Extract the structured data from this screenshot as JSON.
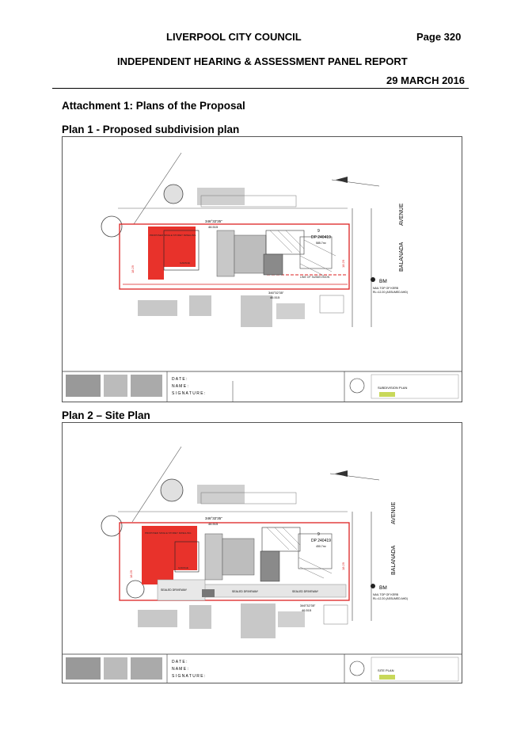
{
  "header": {
    "council": "LIVERPOOL CITY COUNCIL",
    "page": "Page 320",
    "report": "INDEPENDENT HEARING & ASSESSMENT PANEL REPORT",
    "date": "29 MARCH 2016"
  },
  "attachment_title": "Attachment 1: Plans of the Proposal",
  "plan1": {
    "title": "Plan 1 - Proposed subdivision plan",
    "labels": {
      "street_avenue": "AVENUE",
      "street_name": "BALANADA",
      "bm": "BM",
      "bm_note1": "NAIL TOP OF KERB",
      "bm_note2": "RL=12.20 (ASSUMED AHD)",
      "dp": "DP 240419",
      "lot_no": "9",
      "bearing_top": "346°32'35\"",
      "dist_top": "46.515",
      "bearing_bot": "346°32'35\"",
      "dist_bot": "46.515",
      "proposed": "PROPOSED SINGLE STOREY DWELLING",
      "garage": "GARAGE",
      "line_sub": "LINE OF SUBDIVISION",
      "dim_left": "18.29",
      "dim_right": "18.29",
      "area": "585.7m²",
      "date_lbl": "D A T E :",
      "name_lbl": "N A M E :",
      "sig_lbl": "S I G N A T U R E :",
      "sheet_title": "SUBDIVISION PLAN"
    }
  },
  "plan2": {
    "title": "Plan 2 – Site Plan",
    "labels": {
      "street_avenue": "AVENUE",
      "street_name": "BALANADA",
      "bm": "BM",
      "bm_note1": "NAIL TOP OF KERB",
      "bm_note2": "RL=12.20 (ASSUMED AHD)",
      "dp": "DP 240419",
      "lot_no": "9",
      "bearing_top": "346°32'35\"",
      "dist_top": "46.515",
      "bearing_bot": "346°32'35\"",
      "dist_bot": "46.515",
      "proposed": "PROPOSED SINGLE STOREY DWELLING",
      "garage": "GARAGE",
      "driveway1": "SEALED DRIVEWAY",
      "driveway2": "SEALED DRIVEWAY",
      "driveway3": "SEALED DRIVEWAY",
      "area": "450.7m²",
      "dim_left": "18.29",
      "dim_right": "18.29",
      "date_lbl": "D A T E :",
      "name_lbl": "N A M E :",
      "sig_lbl": "S I G N A T U R E :",
      "sheet_title": "SITE PLAN"
    }
  },
  "colors": {
    "red": "#e8322b",
    "outline": "#d22",
    "grey": "#c8c8c8",
    "dark": "#333"
  }
}
